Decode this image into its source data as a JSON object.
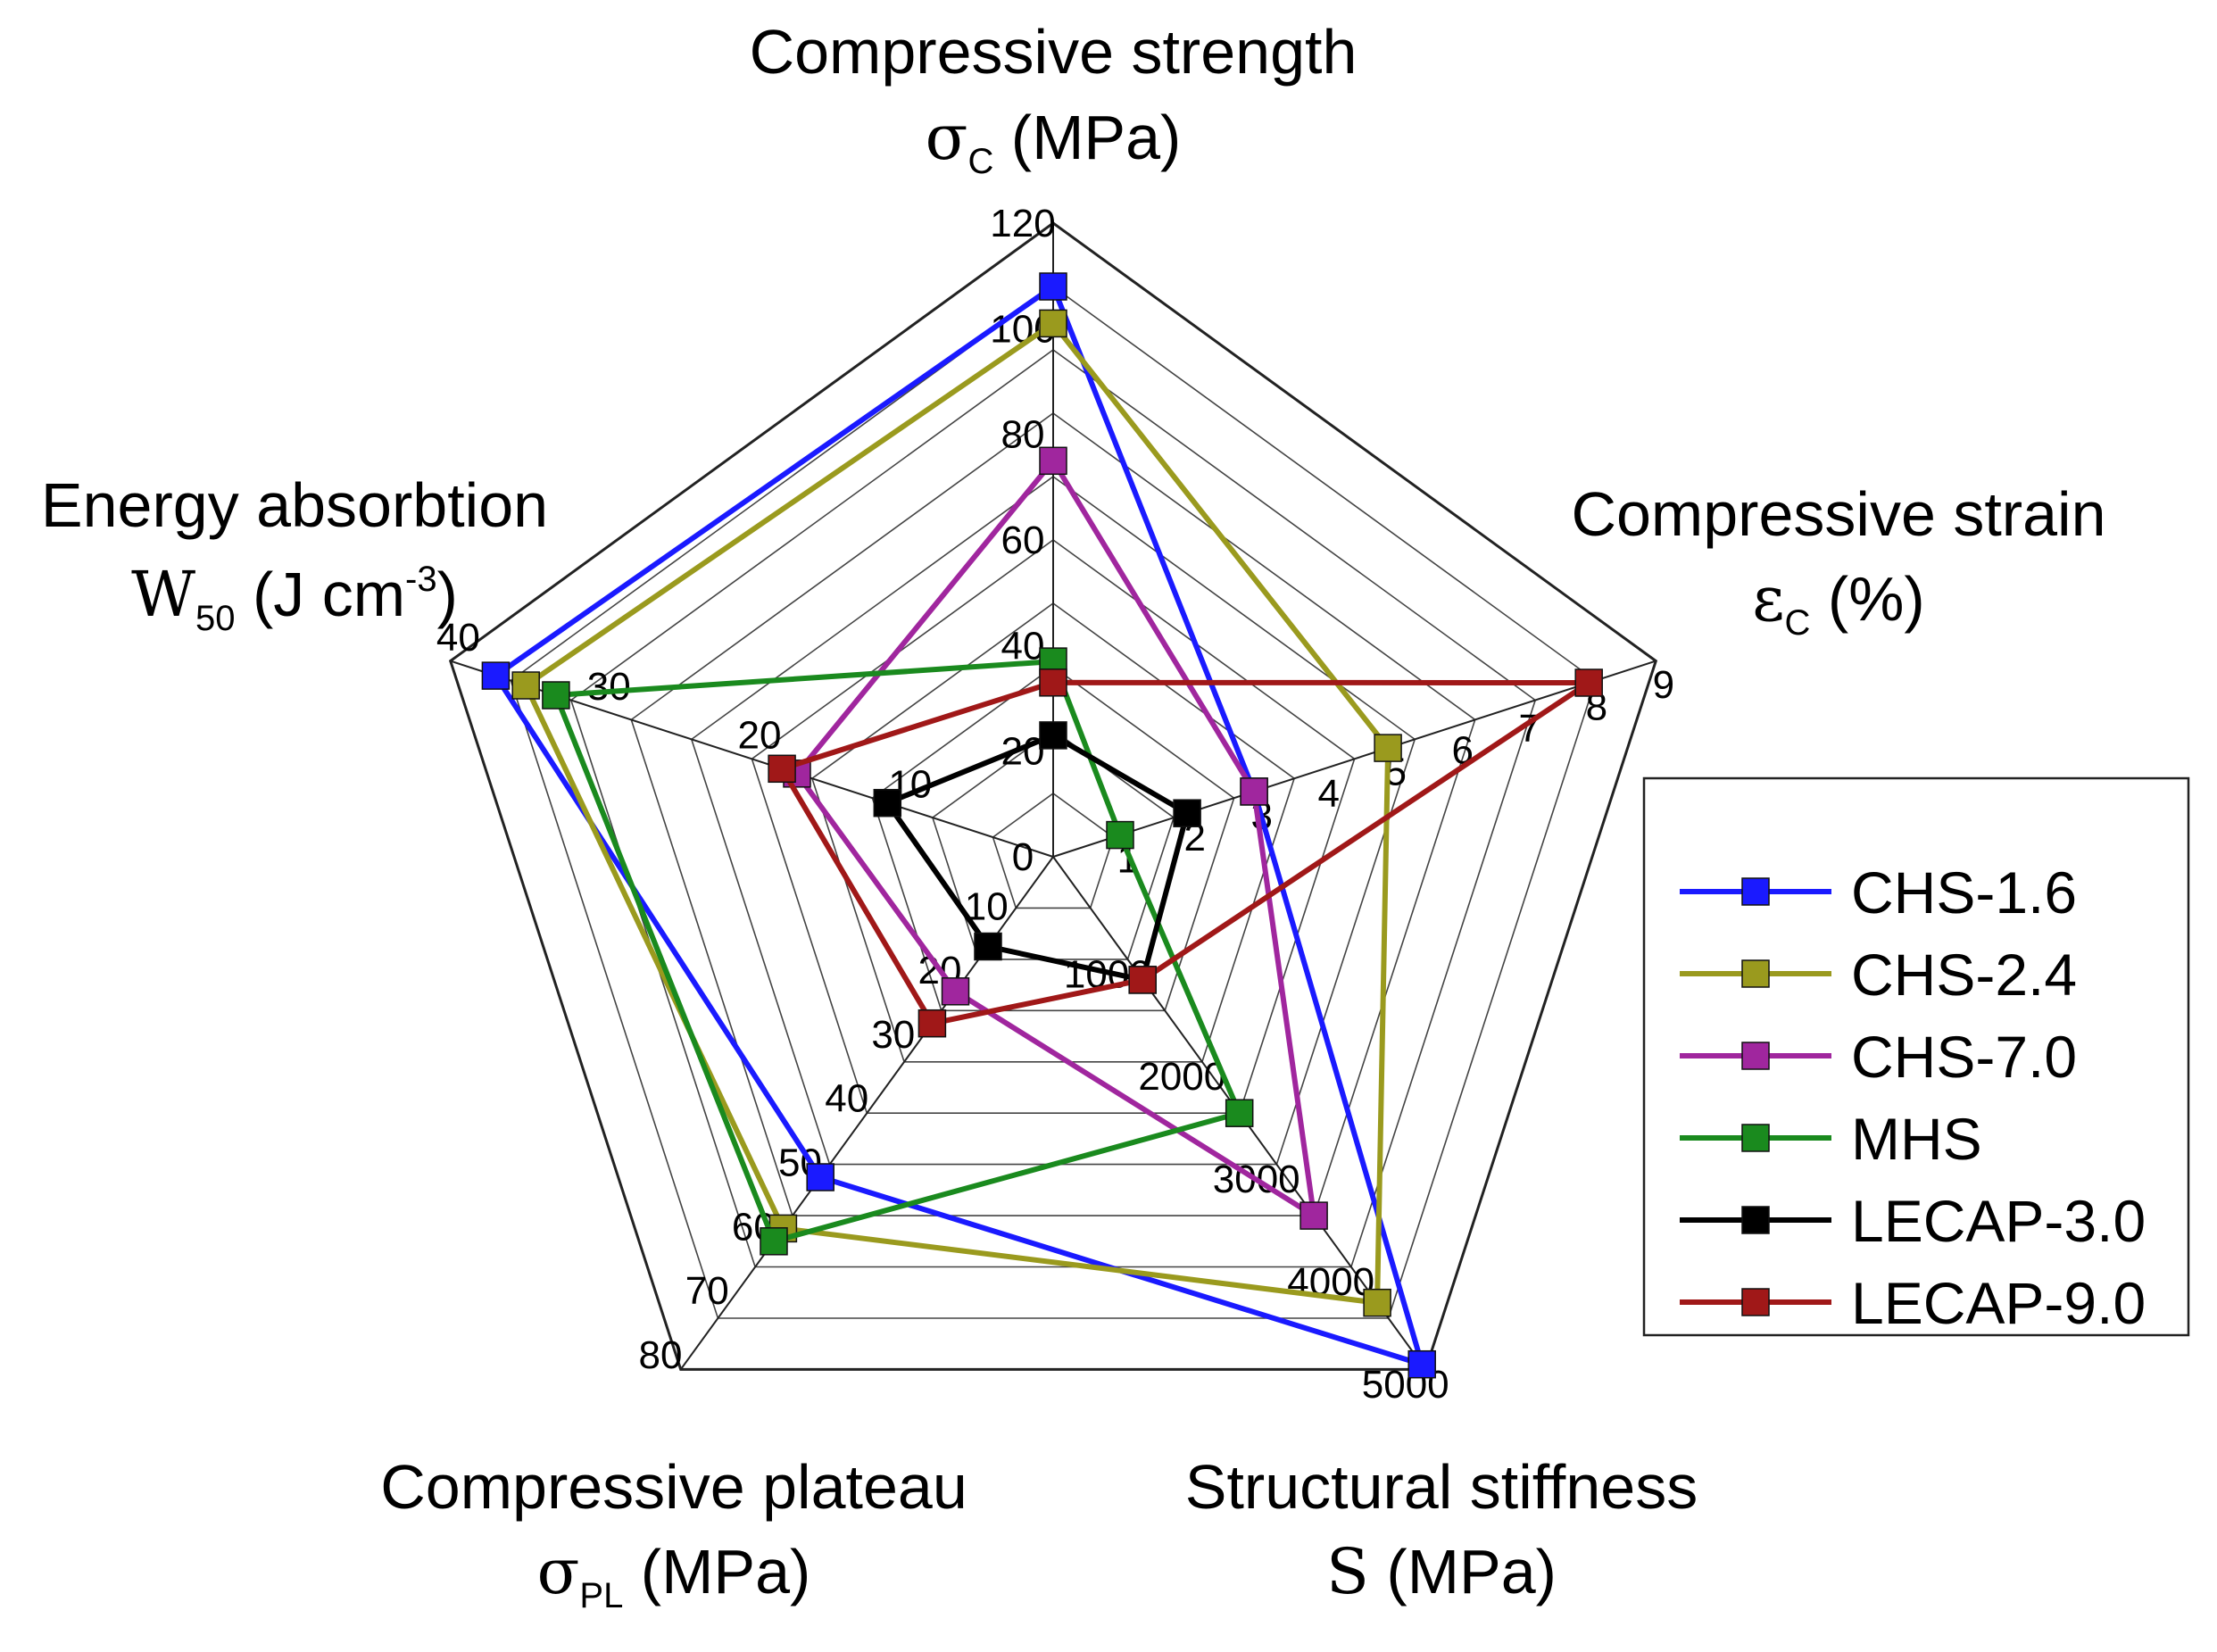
{
  "chart_data": {
    "type": "radar",
    "grid": true,
    "legend_position": "right",
    "axes": [
      {
        "title": "Compressive strength",
        "symbol": "σ",
        "subscript": "C",
        "unit": "(MPa)",
        "superscript": "",
        "range": [
          0,
          120
        ],
        "ticks": [
          "0",
          "20",
          "40",
          "60",
          "80",
          "100",
          "120"
        ]
      },
      {
        "title": "Compressive strain",
        "symbol": "ε",
        "subscript": "C",
        "unit": "(%)",
        "superscript": "",
        "range": [
          0,
          9
        ],
        "ticks": [
          "0",
          "1",
          "2",
          "3",
          "4",
          "5",
          "6",
          "7",
          "8",
          "9"
        ]
      },
      {
        "title": "Structural stiffness",
        "symbol": "S",
        "subscript": "",
        "unit": "(MPa)",
        "superscript": "",
        "range": [
          0,
          5000
        ],
        "ticks": [
          "0",
          "1000",
          "2000",
          "3000",
          "4000",
          "5000"
        ]
      },
      {
        "title": "Compressive plateau",
        "symbol": "σ",
        "subscript": "PL",
        "unit": "(MPa)",
        "superscript": "",
        "range": [
          0,
          80
        ],
        "ticks": [
          "0",
          "10",
          "20",
          "30",
          "40",
          "50",
          "60",
          "70",
          "80"
        ]
      },
      {
        "title": "Energy absorbtion",
        "symbol": "W",
        "subscript": "50",
        "unit": "(J cm",
        "superscript": "-3",
        "range": [
          0,
          40
        ],
        "ticks": [
          "0",
          "10",
          "20",
          "30",
          "40"
        ]
      }
    ],
    "series": [
      {
        "name": "CHS-1.6",
        "color": "#1a1aff",
        "values": [
          108,
          3.0,
          4950,
          50,
          37
        ]
      },
      {
        "name": "CHS-2.4",
        "color": "#9a9a1e",
        "values": [
          101,
          5.0,
          4350,
          58,
          35
        ]
      },
      {
        "name": "CHS-7.0",
        "color": "#a0269e",
        "values": [
          75,
          3.0,
          3500,
          21,
          17
        ]
      },
      {
        "name": "MHS",
        "color": "#1a8a1e",
        "values": [
          37,
          1.0,
          2500,
          60,
          33
        ]
      },
      {
        "name": "LECAP-3.0",
        "color": "#000000",
        "values": [
          23,
          2.0,
          1200,
          14,
          11
        ]
      },
      {
        "name": "LECAP-9.0",
        "color": "#a01818",
        "values": [
          33,
          8.0,
          1200,
          26,
          18
        ]
      }
    ]
  }
}
